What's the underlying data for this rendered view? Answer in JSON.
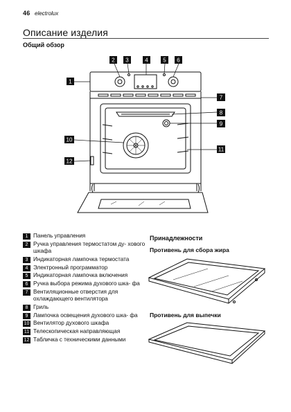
{
  "header": {
    "page_number": "46",
    "brand": "electrolux"
  },
  "section_title": "Описание изделия",
  "subsection_title": "Общий обзор",
  "diagram": {
    "callouts": [
      "1",
      "2",
      "3",
      "4",
      "5",
      "6",
      "7",
      "8",
      "9",
      "10",
      "11",
      "12"
    ]
  },
  "legend": [
    {
      "num": "1",
      "text": "Панель управления"
    },
    {
      "num": "2",
      "text": "Ручка управления термостатом ду- хового шкафа"
    },
    {
      "num": "3",
      "text": "Индикаторная лампочка термостата"
    },
    {
      "num": "4",
      "text": "Электронный программатор"
    },
    {
      "num": "5",
      "text": "Индикаторная лампочка включения"
    },
    {
      "num": "6",
      "text": "Ручка выбора режима духового шка- фа"
    },
    {
      "num": "7",
      "text": "Вентиляционные отверстия для охлаждающего вентилятора"
    },
    {
      "num": "8",
      "text": "Гриль"
    },
    {
      "num": "9",
      "text": "Лампочка освещения духового шка- фа"
    },
    {
      "num": "10",
      "text": "Вентилятор духового шкафа"
    },
    {
      "num": "11",
      "text": "Телескопическая направляющая"
    },
    {
      "num": "12",
      "text": "Табличка с техническими данными"
    }
  ],
  "accessories": {
    "title": "Принадлежности",
    "item_1": "Противень для сбора жира",
    "item_2": "Противень для выпечки"
  }
}
